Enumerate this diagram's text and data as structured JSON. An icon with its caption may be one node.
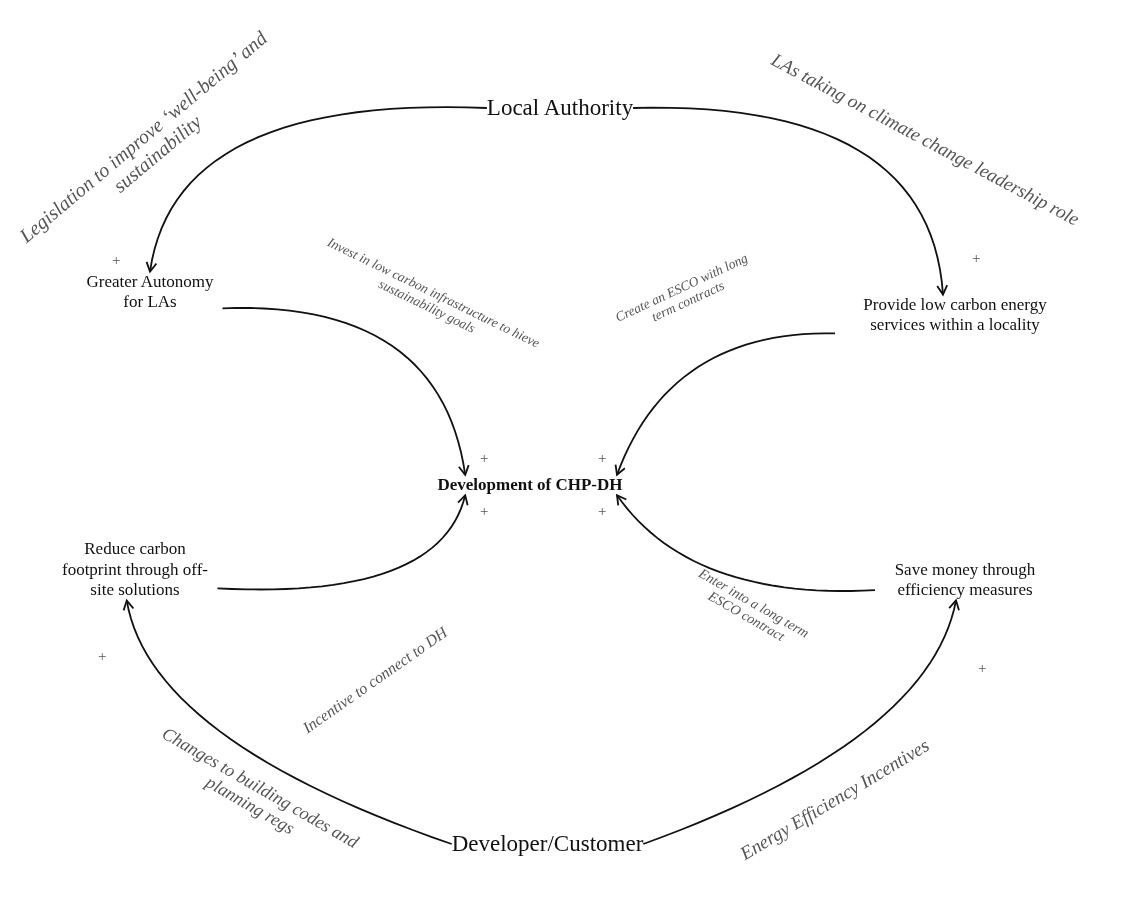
{
  "diagram": {
    "nodes": [
      {
        "text": [
          "Local Authority"
        ]
      },
      {
        "text": [
          "Greater Autonomy for LAs"
        ]
      },
      {
        "text": [
          "Provide low carbon energy services within a locality"
        ]
      },
      {
        "text": [
          "Development of CHP-DH"
        ]
      },
      {
        "text": [
          "Reduce carbon footprint through off-site solutions"
        ]
      },
      {
        "text": [
          "Save money through efficiency measures"
        ]
      },
      {
        "text": [
          "Developer/Customer"
        ]
      }
    ],
    "edges": [
      {
        "from": 0,
        "to": 1,
        "arrow": "to",
        "label": "Legislation to improve ‘well-being’ and sustainability"
      },
      {
        "from": 0,
        "to": 2,
        "arrow": "to",
        "label": "LAs taking on climate change leadership role"
      },
      {
        "from": 1,
        "to": 3,
        "arrow": "to",
        "label": "Invest in low carbon infrastructure to hieve sustainability goals"
      },
      {
        "from": 2,
        "to": 3,
        "arrow": "to",
        "label": "Create an ESCO with long term contracts"
      },
      {
        "from": 4,
        "to": 3,
        "arrow": "to",
        "label": "Incentive to connect to DH"
      },
      {
        "from": 5,
        "to": 3,
        "arrow": "to",
        "label": "Enter into a long term ESCO contract"
      },
      {
        "from": 6,
        "to": 4,
        "arrow": "to",
        "label": "Changes to building codes and planning regs"
      },
      {
        "from": 6,
        "to": 5,
        "arrow": "to",
        "label": "Energy Efficiency Incentives"
      }
    ],
    "labels": [
      "+",
      "+",
      "+",
      "+",
      "+",
      "+",
      "+",
      "+"
    ]
  }
}
